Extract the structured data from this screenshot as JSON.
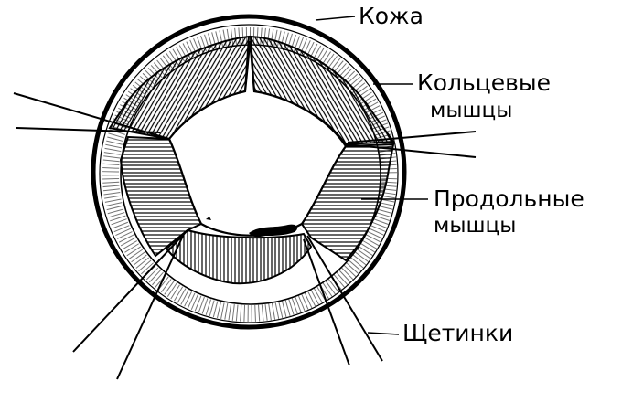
{
  "labels": {
    "skin": "Кожа",
    "circular_muscles_line1": "Кольцевые",
    "circular_muscles_line2": "мышцы",
    "longitudinal_muscles_line1": "Продольные",
    "longitudinal_muscles_line2": "мышцы",
    "setae": "Щетинки"
  },
  "colors": {
    "ink": "#000000",
    "paper": "#ffffff"
  }
}
